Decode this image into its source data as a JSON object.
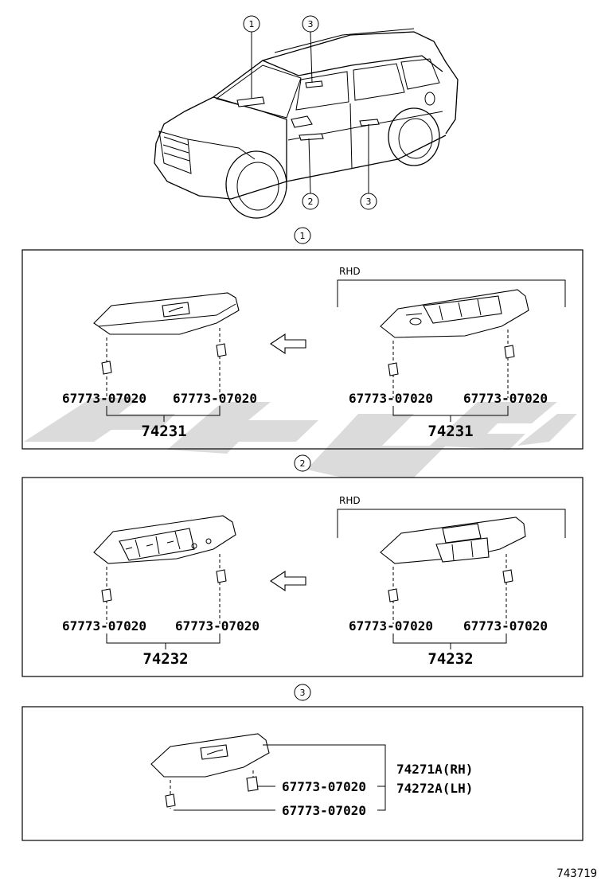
{
  "diagram_id": "743719",
  "watermark_text": "تویتا",
  "vehicle_view": {
    "callouts": [
      "1",
      "3",
      "2",
      "3"
    ]
  },
  "sections": [
    {
      "id": "1",
      "rhd_label": "RHD",
      "left": {
        "clip_left": "67773-07020",
        "clip_right": "67773-07020",
        "assembly": "74231"
      },
      "right": {
        "clip_left": "67773-07020",
        "clip_right": "67773-07020",
        "assembly": "74231"
      }
    },
    {
      "id": "2",
      "rhd_label": "RHD",
      "left": {
        "clip_left": "67773-07020",
        "clip_right": "67773-07020",
        "assembly": "74232"
      },
      "right": {
        "clip_left": "67773-07020",
        "clip_right": "67773-07020",
        "assembly": "74232"
      }
    },
    {
      "id": "3",
      "clip_top": "67773-07020",
      "clip_bottom": "67773-07020",
      "assembly_rh": "74271A(RH)",
      "assembly_lh": "74272A(LH)"
    }
  ]
}
